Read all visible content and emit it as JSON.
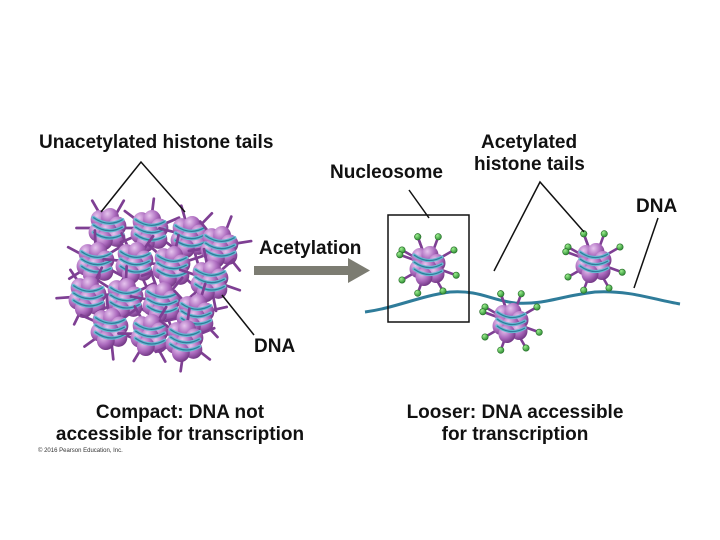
{
  "labels": {
    "unacetylated_tails": "Unacetylated histone tails",
    "nucleosome": "Nucleosome",
    "acetylated_line1": "Acetylated",
    "acetylated_line2": "histone tails",
    "dna_right": "DNA",
    "acetylation": "Acetylation",
    "dna_left": "DNA"
  },
  "captions": {
    "compact_line1": "Compact: DNA not",
    "compact_line2": "accessible for transcription",
    "looser_line1": "Looser: DNA accessible",
    "looser_line2": "for transcription"
  },
  "copyright": "© 2016 Pearson Education, Inc.",
  "colors": {
    "histone": "#a565b8",
    "histone_dark": "#7e3f93",
    "dna": "#2f7c9a",
    "dna_light": "#67b9d2",
    "acetyl": "#4fb84a",
    "arrow": "#7c7c72",
    "line": "#111111"
  }
}
